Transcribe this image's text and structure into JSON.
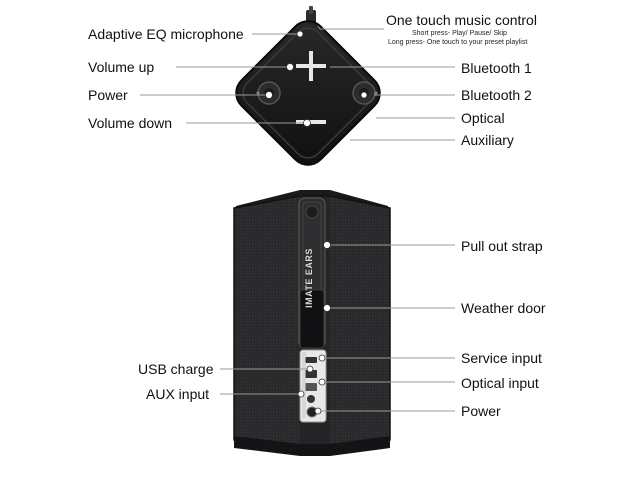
{
  "top_labels_left": {
    "adaptive_eq": "Adaptive EQ microphone",
    "volume_up": "Volume up",
    "power": "Power",
    "volume_down": "Volume down"
  },
  "top_labels_right": {
    "one_touch": "One touch music control",
    "one_touch_sub1": "Short press- Play/ Pause/ Skip",
    "one_touch_sub2": "Long press- One touch to your preset playlist",
    "bluetooth1": "Bluetooth 1",
    "bluetooth2": "Bluetooth 2",
    "optical": "Optical",
    "auxiliary": "Auxiliary"
  },
  "bottom_labels_right": {
    "strap": "Pull out strap",
    "weather": "Weather door",
    "service": "Service input",
    "optical_input": "Optical input",
    "power": "Power"
  },
  "bottom_labels_left": {
    "usb": "USB charge",
    "aux": "AUX input"
  },
  "strap_text": "IMATE EARS",
  "colors": {
    "device_dark": "#1b1b1d",
    "fabric": "#2a2a2c",
    "leader": "#9a9a9a",
    "dot": "#ffffff"
  }
}
